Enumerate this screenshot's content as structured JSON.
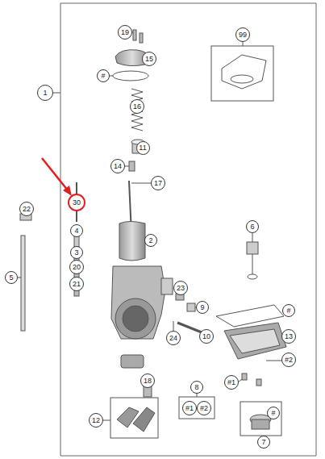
{
  "diagram": {
    "nodes": [
      {
        "text": [
          "19"
        ]
      },
      {
        "text": [
          "99"
        ]
      },
      {
        "text": [
          "15"
        ]
      },
      {
        "text": [
          "#"
        ]
      },
      {
        "text": [
          "1"
        ]
      },
      {
        "text": [
          "16"
        ]
      },
      {
        "text": [
          "11"
        ]
      },
      {
        "text": [
          "14"
        ]
      },
      {
        "text": [
          "17"
        ]
      },
      {
        "text": [
          "30"
        ]
      },
      {
        "text": [
          "22"
        ]
      },
      {
        "text": [
          "2"
        ]
      },
      {
        "text": [
          "4"
        ]
      },
      {
        "text": [
          "6"
        ]
      },
      {
        "text": [
          "3"
        ]
      },
      {
        "text": [
          "20"
        ]
      },
      {
        "text": [
          "21"
        ]
      },
      {
        "text": [
          "5"
        ]
      },
      {
        "text": [
          "23"
        ]
      },
      {
        "text": [
          "9"
        ]
      },
      {
        "text": [
          "#"
        ]
      },
      {
        "text": [
          "24"
        ]
      },
      {
        "text": [
          "10"
        ]
      },
      {
        "text": [
          "13"
        ]
      },
      {
        "text": [
          "#2"
        ]
      },
      {
        "text": [
          "#1"
        ]
      },
      {
        "text": [
          "18"
        ]
      },
      {
        "text": [
          "8"
        ]
      },
      {
        "text": [
          "#1"
        ]
      },
      {
        "text": [
          "#2"
        ]
      },
      {
        "text": [
          "12"
        ]
      },
      {
        "text": [
          "#"
        ]
      },
      {
        "text": [
          "7"
        ]
      }
    ]
  }
}
